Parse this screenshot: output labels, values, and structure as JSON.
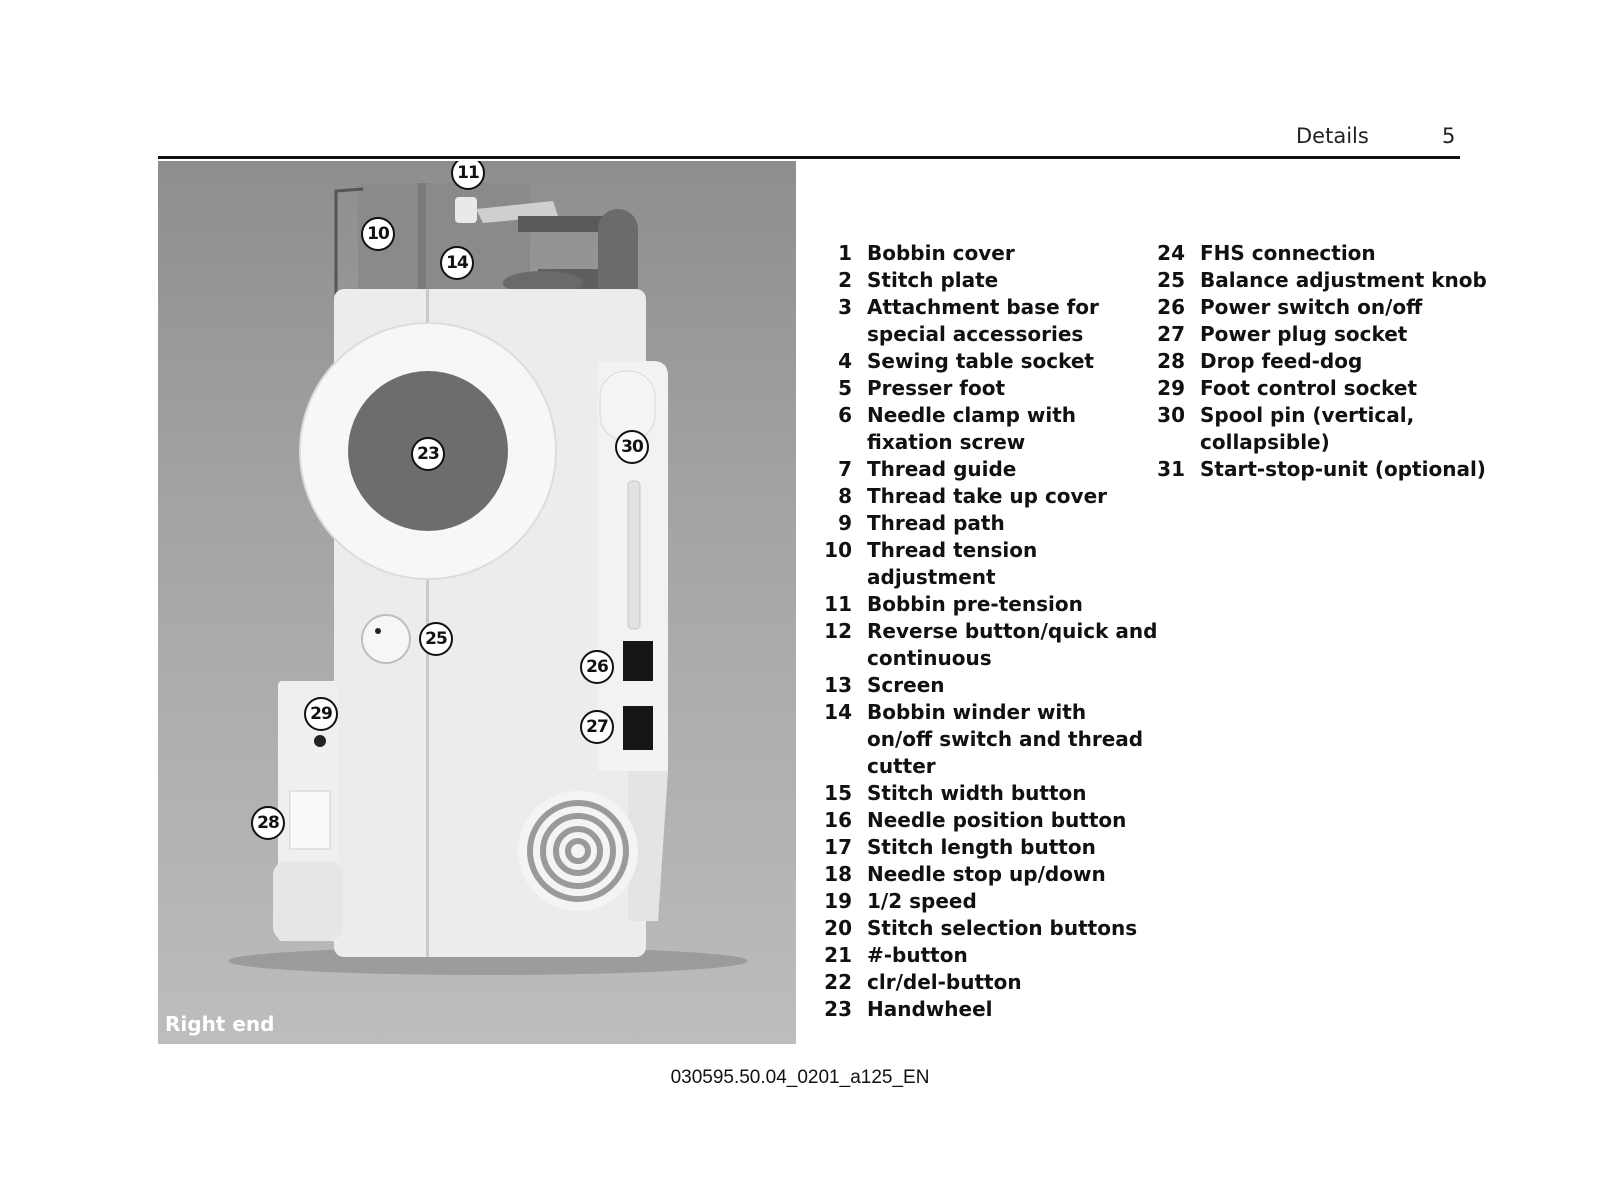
{
  "header": {
    "section": "Details",
    "page_number": "5"
  },
  "figure": {
    "caption": "Right end",
    "callouts": [
      "11",
      "10",
      "14",
      "23",
      "30",
      "25",
      "26",
      "29",
      "27",
      "28"
    ]
  },
  "legend": {
    "left": [
      {
        "n": "1",
        "text": "Bobbin cover"
      },
      {
        "n": "2",
        "text": "Stitch plate"
      },
      {
        "n": "3",
        "text": "Attachment base for\nspecial accessories"
      },
      {
        "n": "4",
        "text": "Sewing table socket"
      },
      {
        "n": "5",
        "text": "Presser foot"
      },
      {
        "n": "6",
        "text": "Needle clamp with\nfixation screw"
      },
      {
        "n": "7",
        "text": "Thread guide"
      },
      {
        "n": "8",
        "text": "Thread take up cover"
      },
      {
        "n": "9",
        "text": "Thread path"
      },
      {
        "n": "10",
        "text": "Thread tension\nadjustment"
      },
      {
        "n": "11",
        "text": "Bobbin pre-tension"
      },
      {
        "n": "12",
        "text": "Reverse button/quick and\ncontinuous"
      },
      {
        "n": "13",
        "text": "Screen"
      },
      {
        "n": "14",
        "text": "Bobbin winder with\non/off switch and thread\ncutter"
      },
      {
        "n": "15",
        "text": "Stitch width button"
      },
      {
        "n": "16",
        "text": "Needle position button"
      },
      {
        "n": "17",
        "text": "Stitch length button"
      },
      {
        "n": "18",
        "text": "Needle stop up/down"
      },
      {
        "n": "19",
        "text": "1/2 speed"
      },
      {
        "n": "20",
        "text": "Stitch selection buttons"
      },
      {
        "n": "21",
        "text": "#-button"
      },
      {
        "n": "22",
        "text": "clr/del-button"
      },
      {
        "n": "23",
        "text": "Handwheel"
      }
    ],
    "right": [
      {
        "n": "24",
        "text": "FHS connection"
      },
      {
        "n": "25",
        "text": "Balance adjustment knob"
      },
      {
        "n": "26",
        "text": "Power switch on/off"
      },
      {
        "n": "27",
        "text": "Power plug socket"
      },
      {
        "n": "28",
        "text": "Drop feed-dog"
      },
      {
        "n": "29",
        "text": "Foot control socket"
      },
      {
        "n": "30",
        "text": "Spool pin (vertical,\ncollapsible)"
      },
      {
        "n": "31",
        "text": "Start-stop-unit (optional)"
      }
    ]
  },
  "footer": {
    "code": "030595.50.04_0201_a125_EN"
  }
}
